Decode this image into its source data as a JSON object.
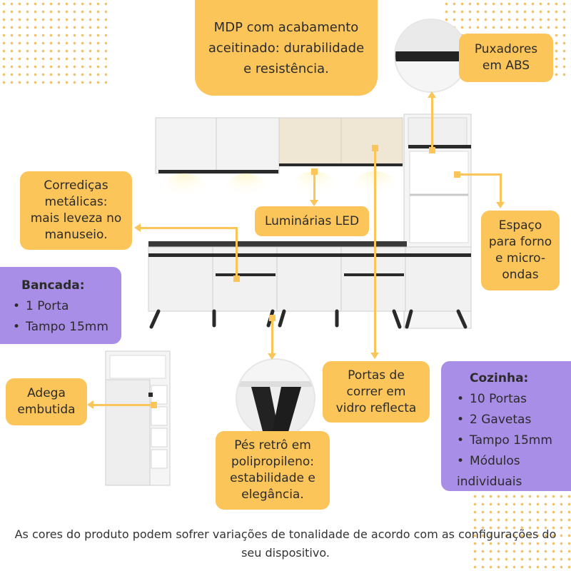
{
  "callouts": {
    "mdp": "MDP com acabamento\naceitinado: durabilidade\ne resistência.",
    "puxadores": "Puxadores\nem ABS",
    "corredicas": "Corrediças\nmetálicas:\nmais leveza no\nmanuseio.",
    "luminarias": "Luminárias LED",
    "espaco": "Espaço\npara forno\ne micro-\nondas",
    "adega": "Adega\nembutida",
    "portas": "Portas de\ncorrer em\nvidro reflecta",
    "pes": "Pés retrô em\npolipropileno:\nestabilidade e\nelegância."
  },
  "bancada": {
    "title": "Bancada:",
    "items": [
      "1 Porta",
      "Tampo 15mm"
    ]
  },
  "cozinha": {
    "title": "Cozinha:",
    "items": [
      "10 Portas",
      "2 Gavetas",
      "Tampo 15mm",
      "Módulos\nindividuais"
    ]
  },
  "footer": "As cores do produto podem sofrer variações de tonalidade de acordo com as configurações do seu dispositivo.",
  "colors": {
    "callout": "#fcc55a",
    "panel": "#a98ee8",
    "furniture": "#f1f1f1",
    "handle": "#2a2a2a",
    "glass": "#efe6d4"
  }
}
